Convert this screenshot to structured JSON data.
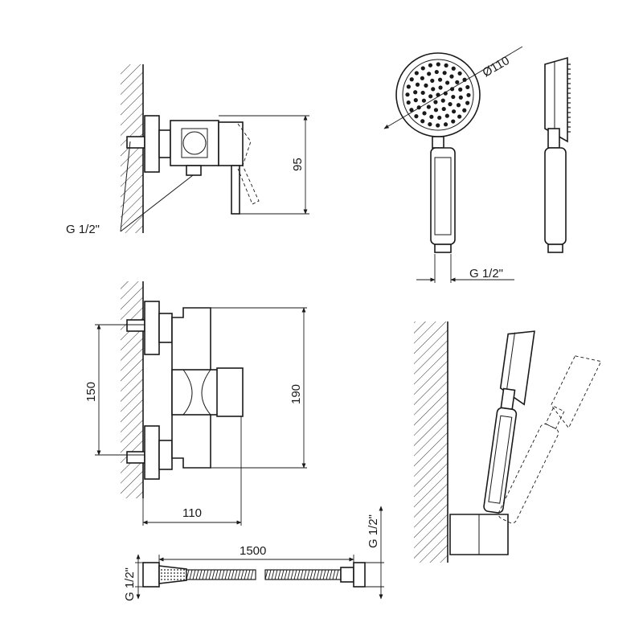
{
  "labels": {
    "side_view_thread": "G 1/2\"",
    "side_view_height": "95",
    "hand_shower_diameter": "Ø110",
    "hand_shower_thread": "G 1/2\"",
    "front_view_center_distance": "150",
    "front_view_height": "190",
    "front_view_depth": "110",
    "hose_length": "1500",
    "hose_thread_left": "G 1/2\"",
    "hose_thread_right": "G 1/2\""
  }
}
